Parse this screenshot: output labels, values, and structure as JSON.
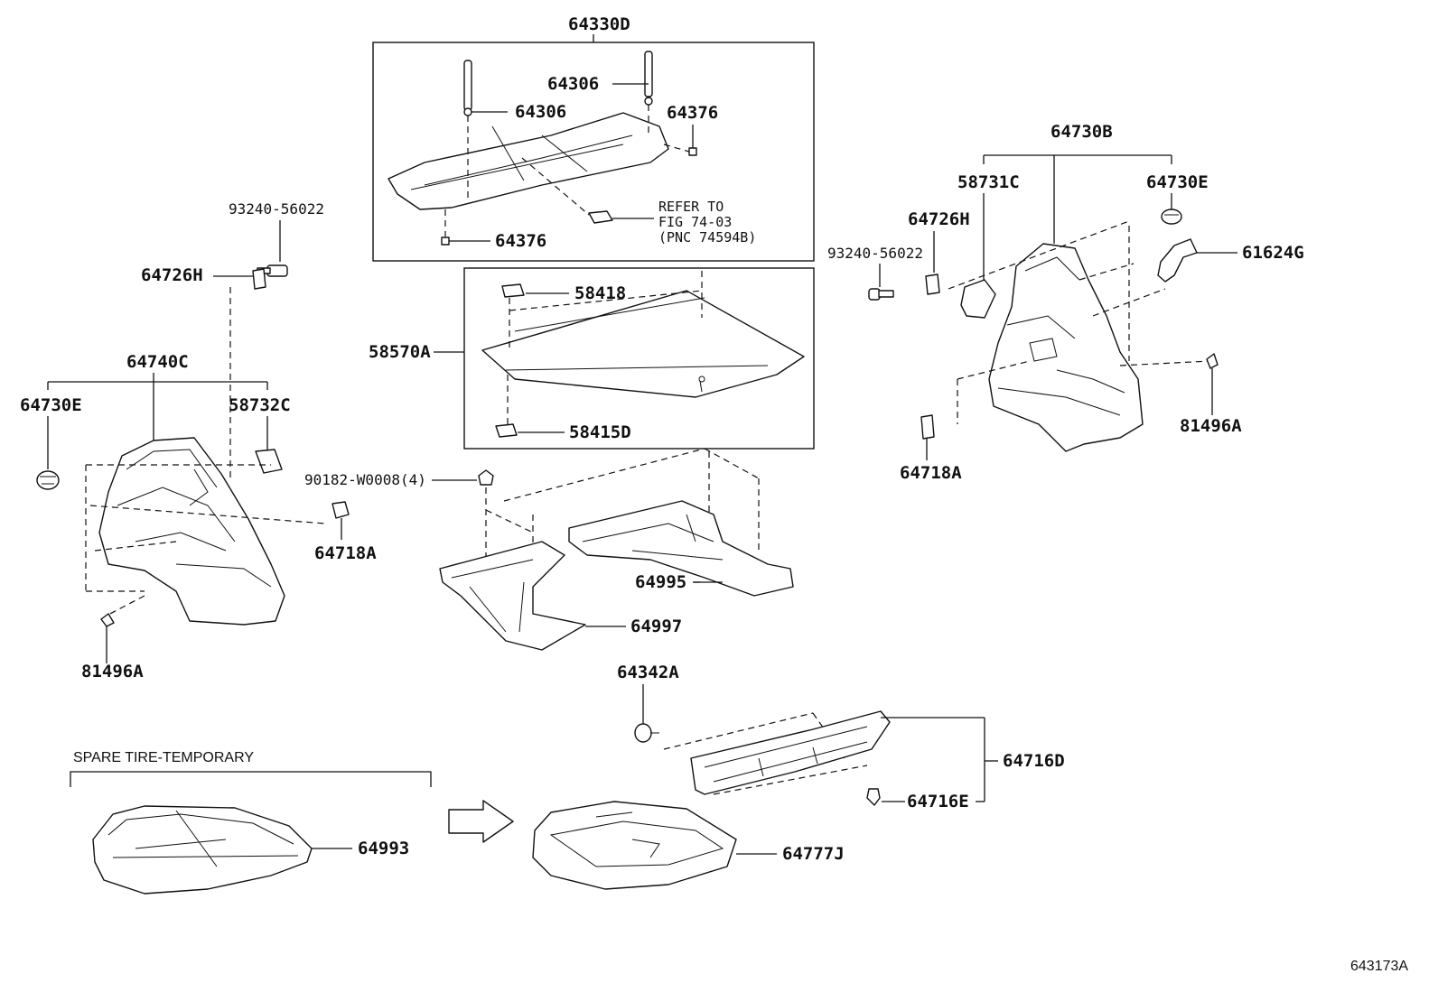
{
  "figure_code": "643173A",
  "spare_tire_label": "SPARE TIRE-TEMPORARY",
  "refer_note": {
    "line1": "REFER TO",
    "line2": "FIG 74-03",
    "line3": "(PNC 74594B)"
  },
  "callouts": {
    "c64330D": "64330D",
    "c64306a": "64306",
    "c64306b": "64306",
    "c64376a": "64376",
    "c64376b": "64376",
    "c58418": "58418",
    "c58570A": "58570A",
    "c58415D": "58415D",
    "c93240L": "93240-56022",
    "c64726HL": "64726H",
    "c64740C": "64740C",
    "c64730EL": "64730E",
    "c58732C": "58732C",
    "c64718AL": "64718A",
    "c81496AL": "81496A",
    "c90182": "90182-W0008(4)",
    "c64995": "64995",
    "c64997": "64997",
    "c64730B": "64730B",
    "c58731C": "58731C",
    "c64730ER": "64730E",
    "c64726HR": "64726H",
    "c93240R": "93240-56022",
    "c61624G": "61624G",
    "c81496AR": "81496A",
    "c64718AR": "64718A",
    "c64342A": "64342A",
    "c64716D": "64716D",
    "c64716E": "64716E",
    "c64993": "64993",
    "c64777J": "64777J"
  }
}
